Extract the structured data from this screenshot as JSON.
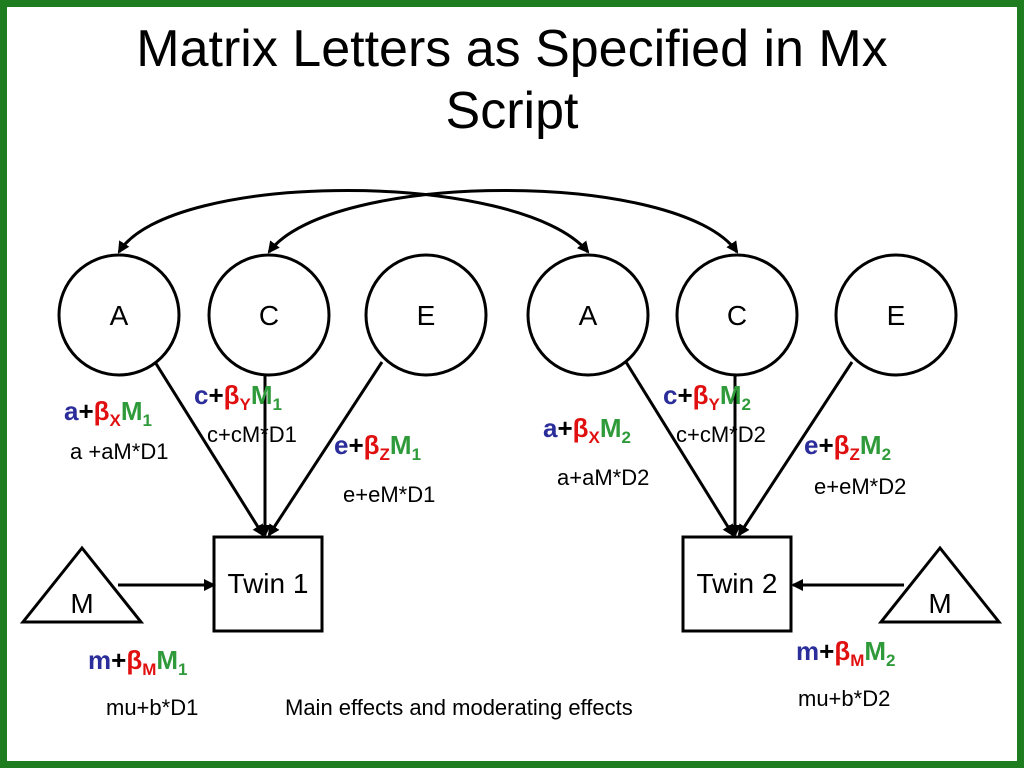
{
  "title": {
    "line1": "Matrix Letters as Specified in Mx",
    "line2": "Script"
  },
  "nodes": {
    "twin1_A": "A",
    "twin1_C": "C",
    "twin1_E": "E",
    "twin2_A": "A",
    "twin2_C": "C",
    "twin2_E": "E",
    "twin1": "Twin 1",
    "twin2": "Twin 2",
    "moderator1": "M",
    "moderator2": "M"
  },
  "formulas": {
    "a1": {
      "base": "a",
      "plus": "+",
      "beta": "β",
      "beta_sub": "X",
      "mod": "M",
      "mod_sub": "1"
    },
    "c1": {
      "base": "c",
      "plus": "+",
      "beta": "β",
      "beta_sub": "Y",
      "mod": "M",
      "mod_sub": "1"
    },
    "e1": {
      "base": "e",
      "plus": "+",
      "beta": "β",
      "beta_sub": "Z",
      "mod": "M",
      "mod_sub": "1"
    },
    "a2": {
      "base": "a",
      "plus": "+",
      "beta": "β",
      "beta_sub": "X",
      "mod": "M",
      "mod_sub": "2"
    },
    "c2": {
      "base": "c",
      "plus": "+",
      "beta": "β",
      "beta_sub": "Y",
      "mod": "M",
      "mod_sub": "2"
    },
    "e2": {
      "base": "e",
      "plus": "+",
      "beta": "β",
      "beta_sub": "Z",
      "mod": "M",
      "mod_sub": "2"
    },
    "m1": {
      "base": "m",
      "plus": "+",
      "beta": "β",
      "beta_sub": "M",
      "mod": "M",
      "mod_sub": "1"
    },
    "m2": {
      "base": "m",
      "plus": "+",
      "beta": "β",
      "beta_sub": "M",
      "mod": "M",
      "mod_sub": "2"
    }
  },
  "script_labels": {
    "a1": "a +aM*D1",
    "c1": "c+cM*D1",
    "e1": "e+eM*D1",
    "a2": "a+aM*D2",
    "c2": "c+cM*D2",
    "e2": "e+eM*D2",
    "m1": "mu+b*D1",
    "m2": "mu+b*D2"
  },
  "caption": "Main effects and moderating effects",
  "colors": {
    "border": "#1e7d1e",
    "base": "#2b2d9a",
    "beta": "#e01010",
    "moderator": "#2f9a3a"
  }
}
